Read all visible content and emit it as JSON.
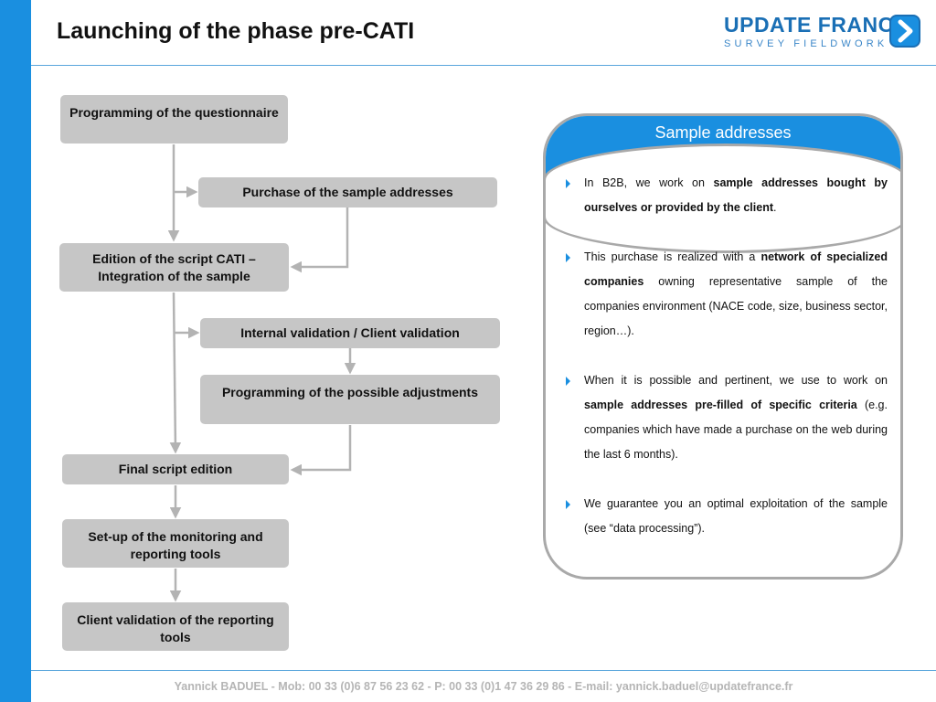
{
  "header": {
    "title": "Launching of the phase pre-CATI"
  },
  "logo": {
    "main": "UPDATE FRANCE",
    "sub_words": [
      "SURVEY",
      "FIELDWORK"
    ]
  },
  "flow": {
    "programming": "Programming of the questionnaire",
    "purchase": "Purchase of the sample addresses",
    "edition": "Edition of the script CATI – Integration of the sample",
    "validation": "Internal validation / Client validation",
    "adjustments": "Programming of the possible adjustments",
    "final": "Final script edition",
    "monitoring": "Set-up of the monitoring and reporting tools",
    "client_validation": "Client validation of the reporting tools"
  },
  "panel": {
    "title": "Sample addresses",
    "bullets": [
      {
        "t1": "In B2B, we work on ",
        "b1": "sample addresses bought by ourselves or provided by the client",
        "t2": "."
      },
      {
        "t1": "This purchase is realized with a ",
        "b1": "network of specialized companies",
        "t2": " owning representative sample of the companies environment (NACE code, size, business sector, region…)."
      },
      {
        "t1": "When it is possible and pertinent, we use to work on ",
        "b1": "sample addresses pre-filled of specific criteria",
        "t2": " (e.g. companies which have made a purchase on the web during the last 6 months)."
      },
      {
        "t1": "We guarantee you an optimal exploitation of the sample (see “data processing”).",
        "b1": "",
        "t2": ""
      }
    ]
  },
  "footer": {
    "text": "Yannick BADUEL  - Mob: 00 33 (0)6 87 56 23 62 - P: 00 33 (0)1 47 36 29 86 - E-mail: yannick.baduel@updatefrance.fr"
  },
  "colors": {
    "accent": "#1a8fe0",
    "box": "#c6c6c6",
    "connector": "#b3b3b3"
  }
}
